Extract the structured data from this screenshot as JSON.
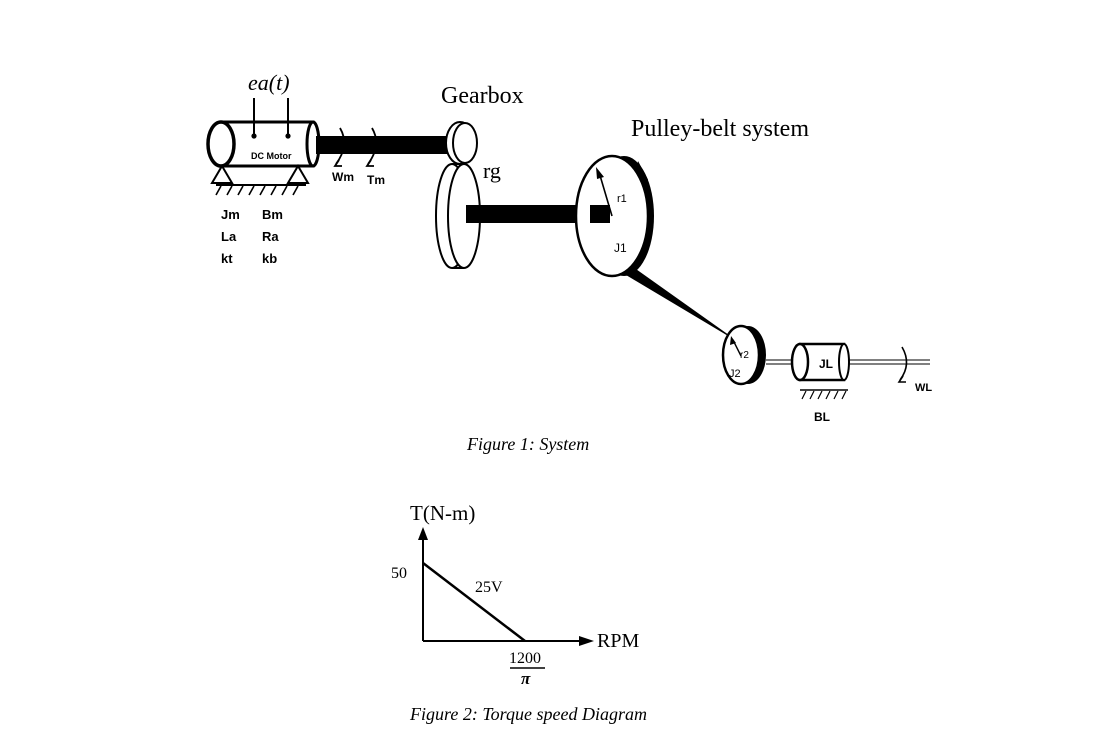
{
  "figure1": {
    "caption": "Figure 1: System",
    "input_voltage_label": "ea(t)",
    "motor_label": "DC Motor",
    "motor_params": [
      [
        "Jm",
        "Bm"
      ],
      [
        "La",
        "Ra"
      ],
      [
        "kt",
        "kb"
      ]
    ],
    "speed_label": "Wm",
    "torque_label": "Tm",
    "gearbox_label": "Gearbox",
    "gear_ratio_label": "rg",
    "pulley_system_label": "Pulley-belt system",
    "pulley1_radius_label": "r1",
    "pulley1_inertia_label": "J1",
    "pulley2_radius_label": "r2",
    "pulley2_inertia_label": "J2",
    "load_inertia_label": "JL",
    "load_damping_label": "BL",
    "load_speed_label": "WL"
  },
  "figure2": {
    "caption": "Figure 2: Torque speed Diagram",
    "y_axis_label": "T(N-m)",
    "x_axis_label": "RPM",
    "y_intercept_label": "50",
    "x_intercept_numerator": "1200",
    "x_intercept_denominator": "π",
    "line_label": "25V",
    "y_intercept_value": 50,
    "x_intercept_value_expr": "1200/π"
  }
}
